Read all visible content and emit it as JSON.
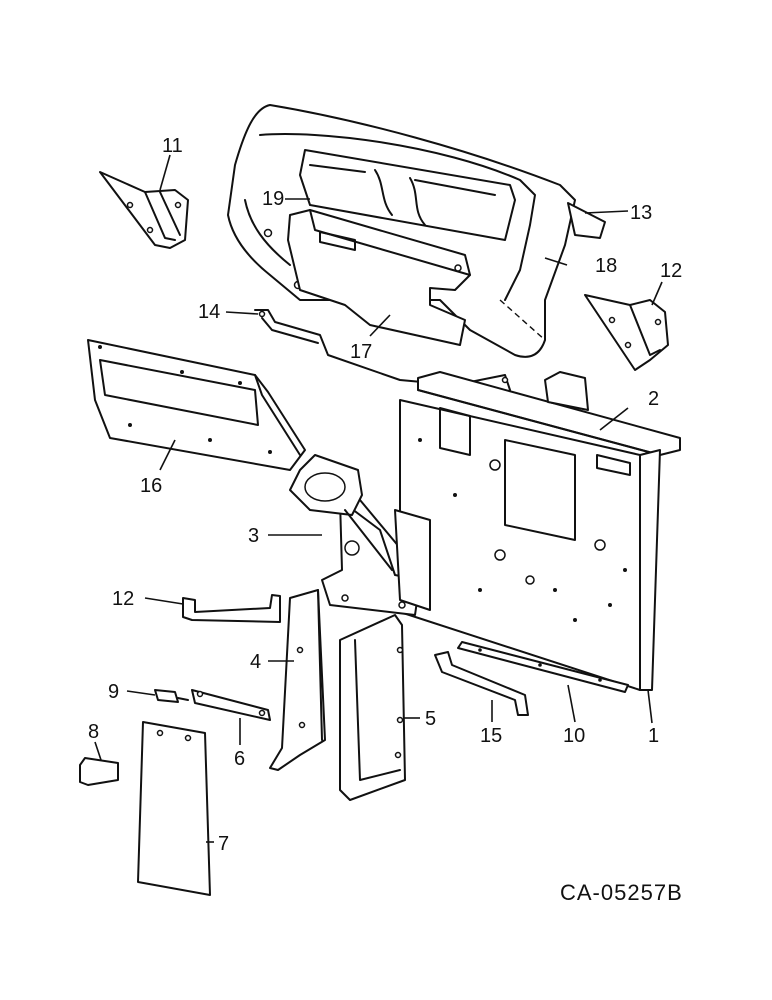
{
  "drawing": {
    "code": "CA-05257B",
    "callouts": [
      {
        "id": "1",
        "label": "1"
      },
      {
        "id": "2",
        "label": "2"
      },
      {
        "id": "3",
        "label": "3"
      },
      {
        "id": "4",
        "label": "4"
      },
      {
        "id": "5",
        "label": "5"
      },
      {
        "id": "6",
        "label": "6"
      },
      {
        "id": "7",
        "label": "7"
      },
      {
        "id": "8",
        "label": "8"
      },
      {
        "id": "9",
        "label": "9"
      },
      {
        "id": "10",
        "label": "10"
      },
      {
        "id": "11",
        "label": "11"
      },
      {
        "id": "12a",
        "label": "12"
      },
      {
        "id": "12b",
        "label": "12"
      },
      {
        "id": "13",
        "label": "13"
      },
      {
        "id": "14",
        "label": "14"
      },
      {
        "id": "15",
        "label": "15"
      },
      {
        "id": "16",
        "label": "16"
      },
      {
        "id": "17",
        "label": "17"
      },
      {
        "id": "18",
        "label": "18"
      },
      {
        "id": "19",
        "label": "19"
      }
    ]
  }
}
